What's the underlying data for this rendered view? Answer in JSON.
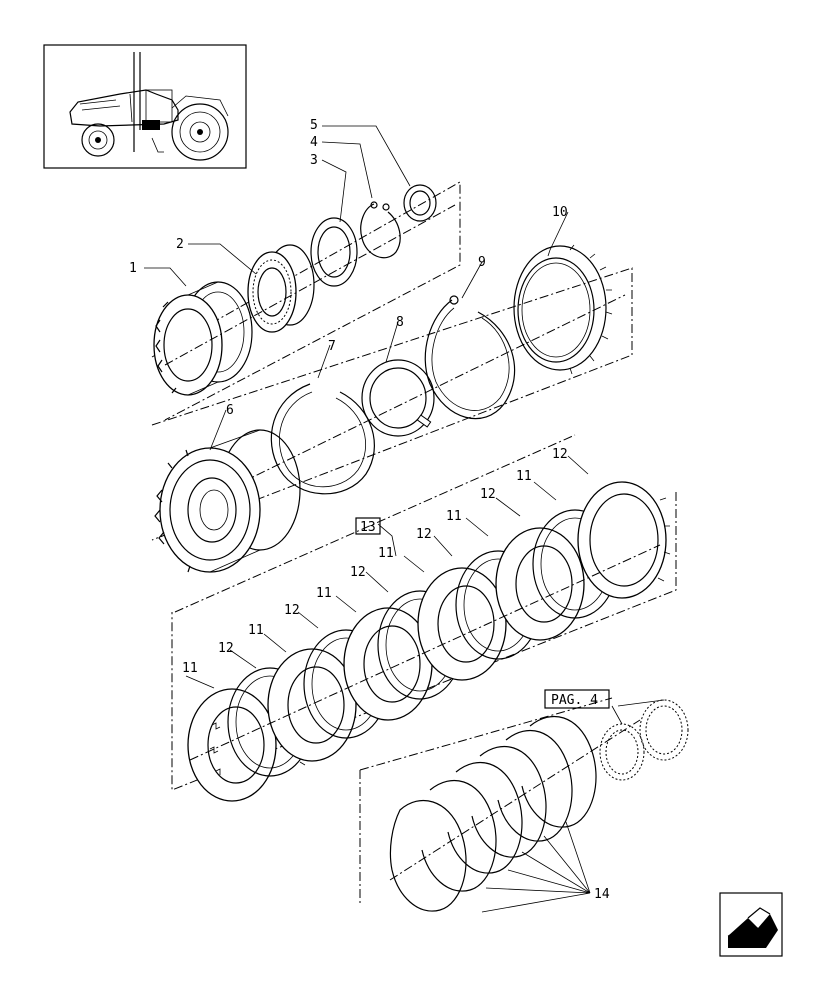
{
  "callouts": [
    {
      "id": "c1",
      "label": "1"
    },
    {
      "id": "c2",
      "label": "2"
    },
    {
      "id": "c3",
      "label": "3"
    },
    {
      "id": "c4",
      "label": "4"
    },
    {
      "id": "c5",
      "label": "5"
    },
    {
      "id": "c6",
      "label": "6"
    },
    {
      "id": "c7",
      "label": "7"
    },
    {
      "id": "c8",
      "label": "8"
    },
    {
      "id": "c9",
      "label": "9"
    },
    {
      "id": "c10",
      "label": "10"
    },
    {
      "id": "c14",
      "label": "14"
    }
  ],
  "plate_labels": {
    "a": "11",
    "b": "12",
    "c": "11",
    "d": "12",
    "e": "11",
    "f": "12",
    "g": "11",
    "h": "12",
    "i": "11",
    "j": "12",
    "k": "11",
    "l": "12"
  },
  "boxed_refs": {
    "ref13": "13",
    "pag4": "PAG. 4"
  },
  "icons": {
    "tractor": "tractor-thumbnail-icon",
    "nav": "next-page-arrow-icon"
  }
}
